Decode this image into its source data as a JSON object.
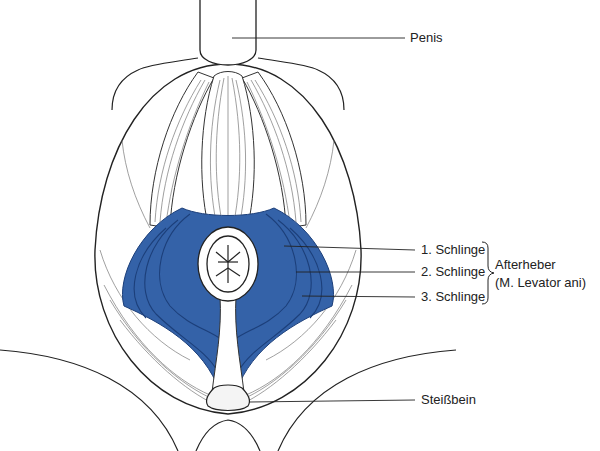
{
  "diagram": {
    "labels": [
      "Penis",
      "1. Schlinge",
      "2. Schlinge",
      "3. Schlinge",
      "Afterheber (M. Levator ani)",
      "Steißbein"
    ]
  }
}
